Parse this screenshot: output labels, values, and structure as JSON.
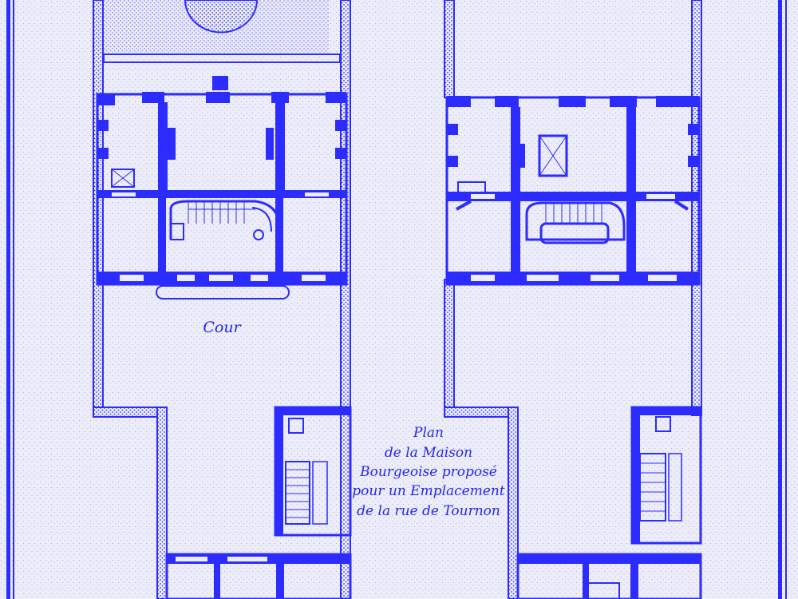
{
  "plate": {
    "court_label": "Cour",
    "title_lines": [
      "Plan",
      "de la Maison",
      "Bourgeoise proposé",
      "pour un Emplacement",
      "de la rue de Tournon"
    ]
  },
  "colors": {
    "ink": "#2c2cff",
    "paper": "#ecedf8"
  }
}
